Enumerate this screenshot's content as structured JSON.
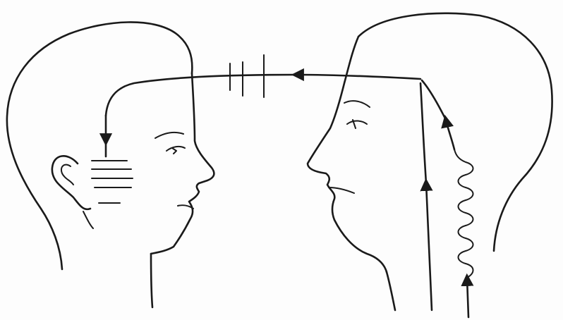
{
  "diagram": {
    "style": "line-drawing",
    "colors": {
      "ink": "#1a1a1a",
      "background": "#fdfdfd"
    },
    "figures": [
      {
        "role": "listener",
        "facing": "right",
        "features": [
          "head-outline",
          "ear",
          "eye",
          "nose",
          "mouth",
          "neck",
          "sound-lines-at-ear"
        ]
      },
      {
        "role": "speaker",
        "facing": "left",
        "features": [
          "head-outline",
          "eye",
          "nose",
          "mouth",
          "neck",
          "wavy-signal-rising",
          "straight-signal-rising"
        ]
      }
    ],
    "signal_path": {
      "direction": "speaker-to-listener",
      "crossing_tick_marks": 3,
      "arrowheads": [
        "upward-on-wave",
        "upward-on-straight-line",
        "leftward-on-top-line",
        "downward-at-listener-ear"
      ]
    }
  }
}
